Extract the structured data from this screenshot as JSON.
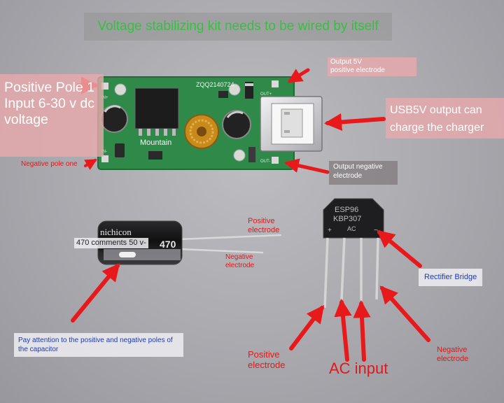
{
  "labels": {
    "title": "Voltage stabilizing kit needs to be wired by itself",
    "input_positive": "Positive Pole 1 Input 6-30 v dc voltage",
    "input_negative": "Negative pole one",
    "output_5v_positive": "Output 5V positive electrode",
    "usb_output": "USB5V output can charge the charger",
    "output_negative": "Output negative electrode",
    "capacitor_positive": "Positive electrode",
    "capacitor_negative": "Negative electrode",
    "capacitor_rating": "470 comments 50 v-",
    "capacitor_note": "Pay attention to the positive and negative poles of the capacitor",
    "rectifier_bridge": "Rectifier Bridge",
    "bridge_positive": "Positive electrode",
    "bridge_negative": "Negative electrode",
    "ac_input": "AC input"
  },
  "board_markings": {
    "serial": "ZQQ2140724",
    "brand": "Mountain",
    "in_plus": "IN+",
    "in_minus": "IN-",
    "out_plus": "OUT+",
    "out_minus": "OUT-"
  },
  "capacitor_markings": {
    "brand": "nichicon",
    "value": "470"
  },
  "bridge_markings": {
    "line1": "ESP96",
    "line2": "KBP307",
    "plus": "+",
    "ac": "AC",
    "minus": "−"
  },
  "colors": {
    "annotation_red": "#e0191b",
    "annotation_blue": "#1a3bb8",
    "title_green": "#34c23e",
    "pcb_green": "#2f8a4a"
  }
}
